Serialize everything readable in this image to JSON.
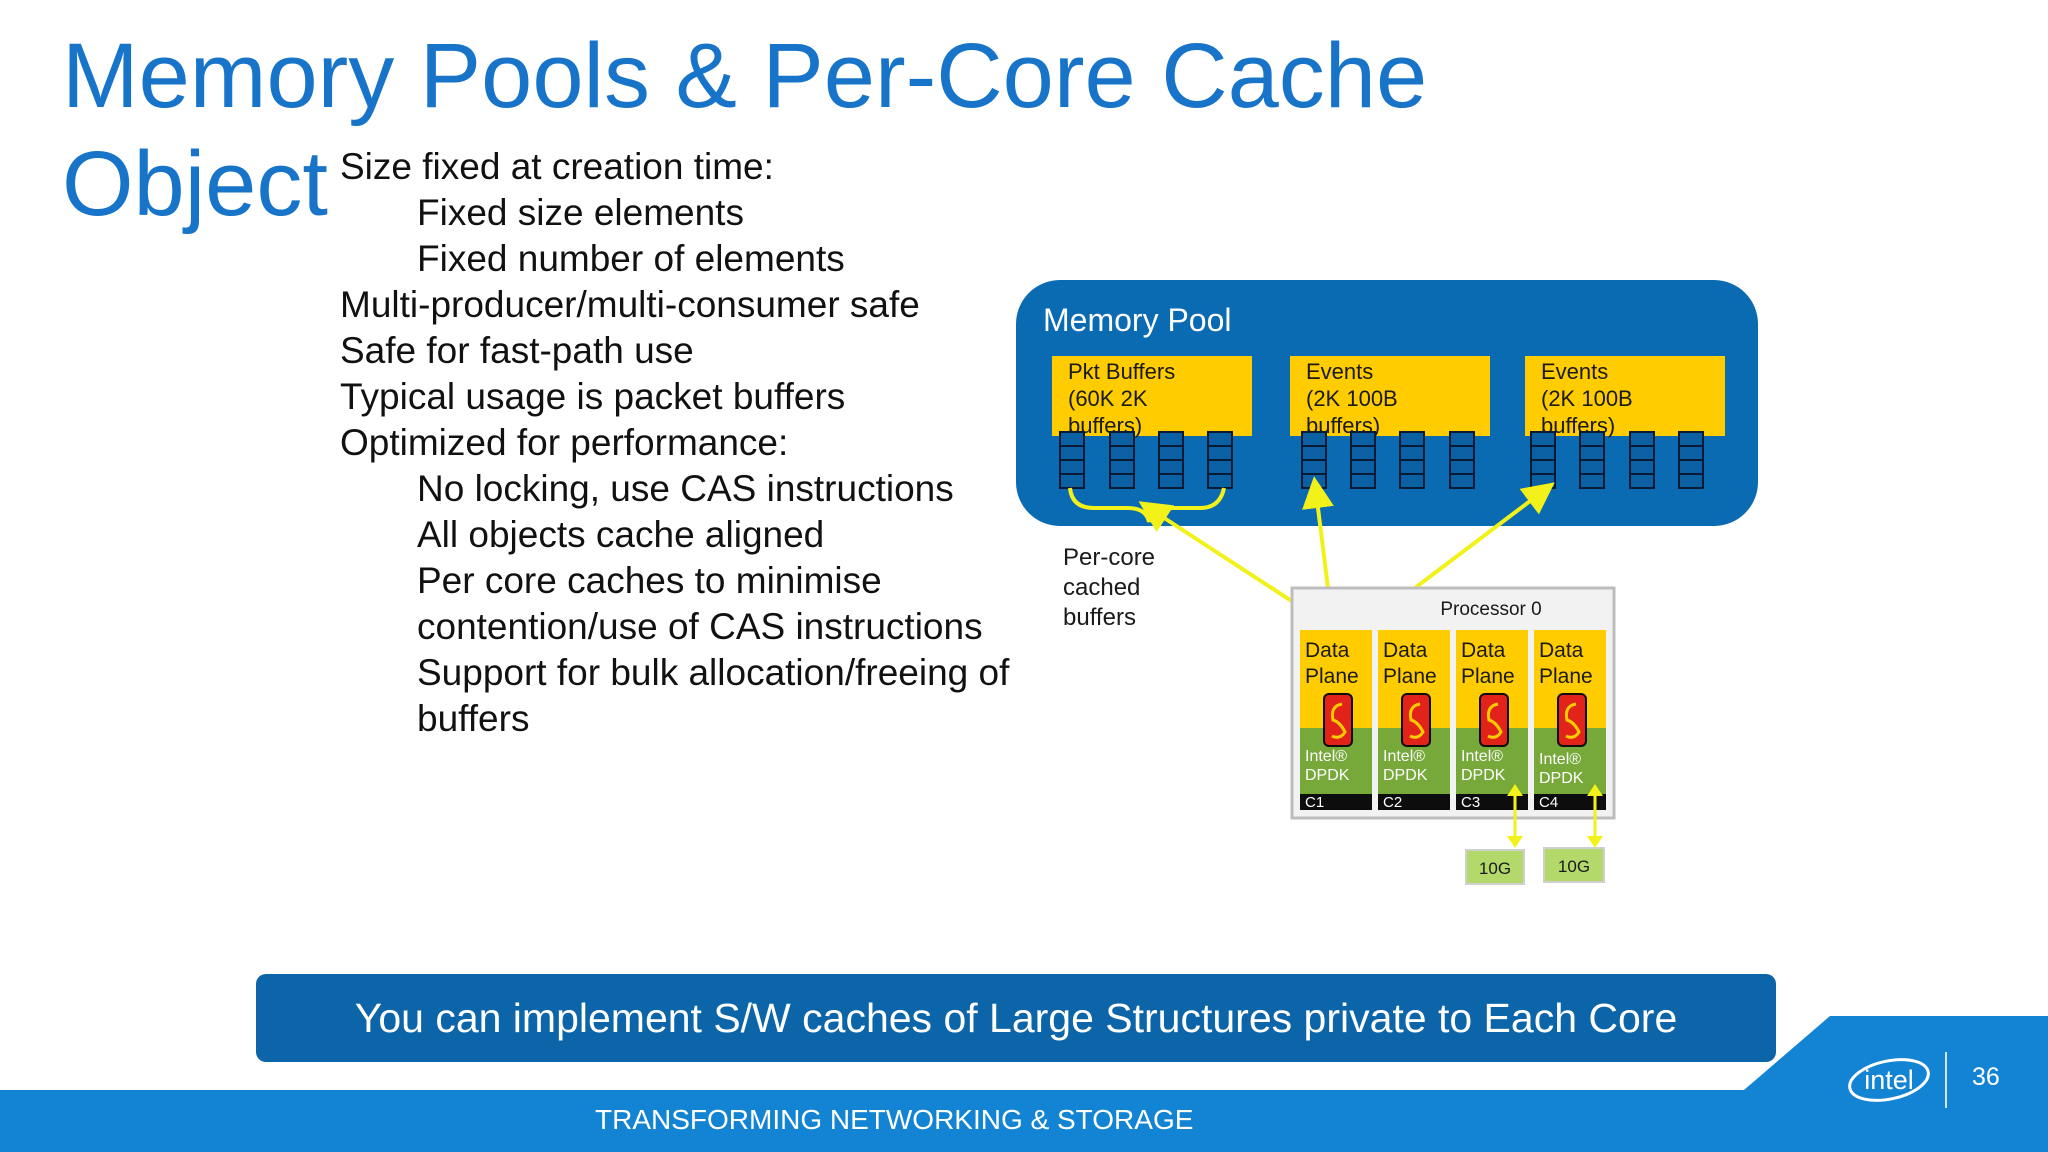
{
  "title": {
    "line1": "Memory Pools & Per-Core Cache",
    "line2": "Object"
  },
  "bullets": [
    {
      "text": "Size fixed at creation time:",
      "level": 1
    },
    {
      "text": "Fixed size elements",
      "level": 2
    },
    {
      "text": "Fixed number of elements",
      "level": 2
    },
    {
      "text": "Multi-producer/multi-consumer safe",
      "level": 1
    },
    {
      "text": "Safe for fast-path use",
      "level": 1
    },
    {
      "text": "Typical usage is packet buffers",
      "level": 1
    },
    {
      "text": "Optimized for performance:",
      "level": 1
    },
    {
      "text": "No locking, use CAS instructions",
      "level": 2
    },
    {
      "text": "All objects cache aligned",
      "level": 2
    },
    {
      "text": "Per core caches to minimise contention/use of CAS instructions",
      "level": 2
    },
    {
      "text": "Support for bulk allocation/freeing of buffers",
      "level": 2
    }
  ],
  "diagram": {
    "memory_pool": {
      "label": "Memory Pool",
      "pools": [
        {
          "lines": [
            "Pkt Buffers",
            "(60K 2K",
            "buffers)"
          ]
        },
        {
          "lines": [
            "Events",
            "(2K 100B",
            "buffers)"
          ]
        },
        {
          "lines": [
            "Events",
            "(2K 100B",
            "buffers)"
          ]
        }
      ]
    },
    "per_core_note": [
      "Per-core",
      "cached",
      "buffers"
    ],
    "processor": {
      "label": "Processor 0",
      "cores": [
        {
          "plane": [
            "Data",
            "Plane"
          ],
          "sdk": [
            "Intel®",
            "DPDK"
          ],
          "id": "C1"
        },
        {
          "plane": [
            "Data",
            "Plane"
          ],
          "sdk": [
            "Intel®",
            "DPDK"
          ],
          "id": "C2"
        },
        {
          "plane": [
            "Data",
            "Plane"
          ],
          "sdk": [
            "Intel®",
            "DPDK"
          ],
          "id": "C3"
        },
        {
          "plane": [
            "Data",
            "Plane"
          ],
          "sdk": [
            "Intel®",
            "DPDK"
          ],
          "id": "C4"
        }
      ],
      "ports": [
        "10G",
        "10G"
      ]
    }
  },
  "banner": "You can implement S/W caches of Large Structures private to Each Core",
  "footer": {
    "tagline": "TRANSFORMING NETWORKING & STORAGE",
    "logo_text": "intel",
    "page_number": "36"
  },
  "colors": {
    "title": "#1774c9",
    "pool_panel": "#0b6bb2",
    "pool_box": "#ffcc00",
    "core_green": "#76a83a",
    "arrow": "#f2f21a",
    "port": "#b3d96b",
    "banner": "#0b65a8",
    "footer": "#1384d3"
  }
}
